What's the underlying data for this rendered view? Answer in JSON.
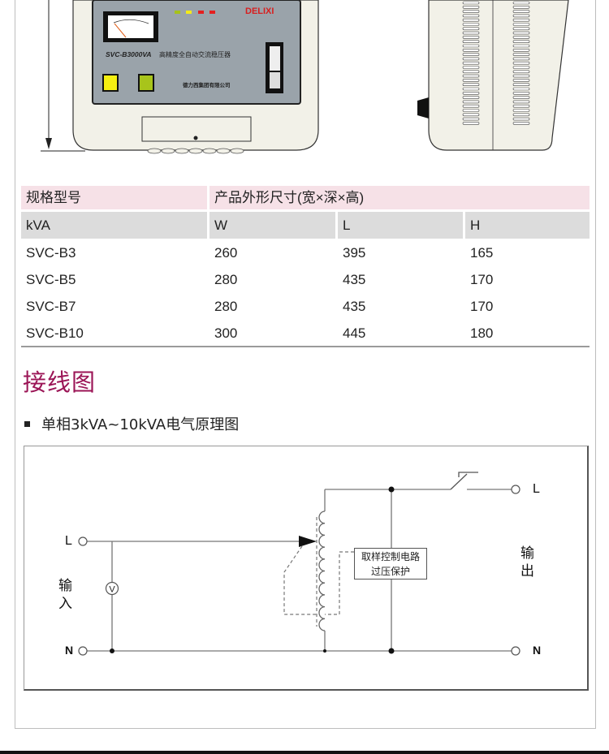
{
  "product_illustration": {
    "brand": "DELIXI",
    "model_label": "SVC-B3000VA",
    "product_name": "高精度全自动交流稳压器",
    "company": "德力西集团有限公司"
  },
  "spec_table": {
    "header_row": [
      "规格型号",
      "产品外形尺寸(宽×深×高)"
    ],
    "sub_header": [
      "kVA",
      "W",
      "L",
      "H"
    ],
    "rows": [
      [
        "SVC-B3",
        "260",
        "395",
        "165"
      ],
      [
        "SVC-B5",
        "280",
        "435",
        "170"
      ],
      [
        "SVC-B7",
        "280",
        "435",
        "170"
      ],
      [
        "SVC-B10",
        "300",
        "445",
        "180"
      ]
    ]
  },
  "section": {
    "title": "接线图",
    "subtitle": "单相3kVA~10kVA电气原理图"
  },
  "diagram": {
    "input_L": "L",
    "input_N": "N",
    "input_label": [
      "输",
      "入"
    ],
    "voltmeter": "V",
    "control_box": [
      "取样控制电路",
      "过压保护"
    ],
    "output_L": "L",
    "output_N": "N",
    "output_label": [
      "输",
      "出"
    ]
  },
  "colors": {
    "accent": "#9b1556",
    "header_pink": "#f6e1e7",
    "header_gray": "#dcdcdc"
  }
}
